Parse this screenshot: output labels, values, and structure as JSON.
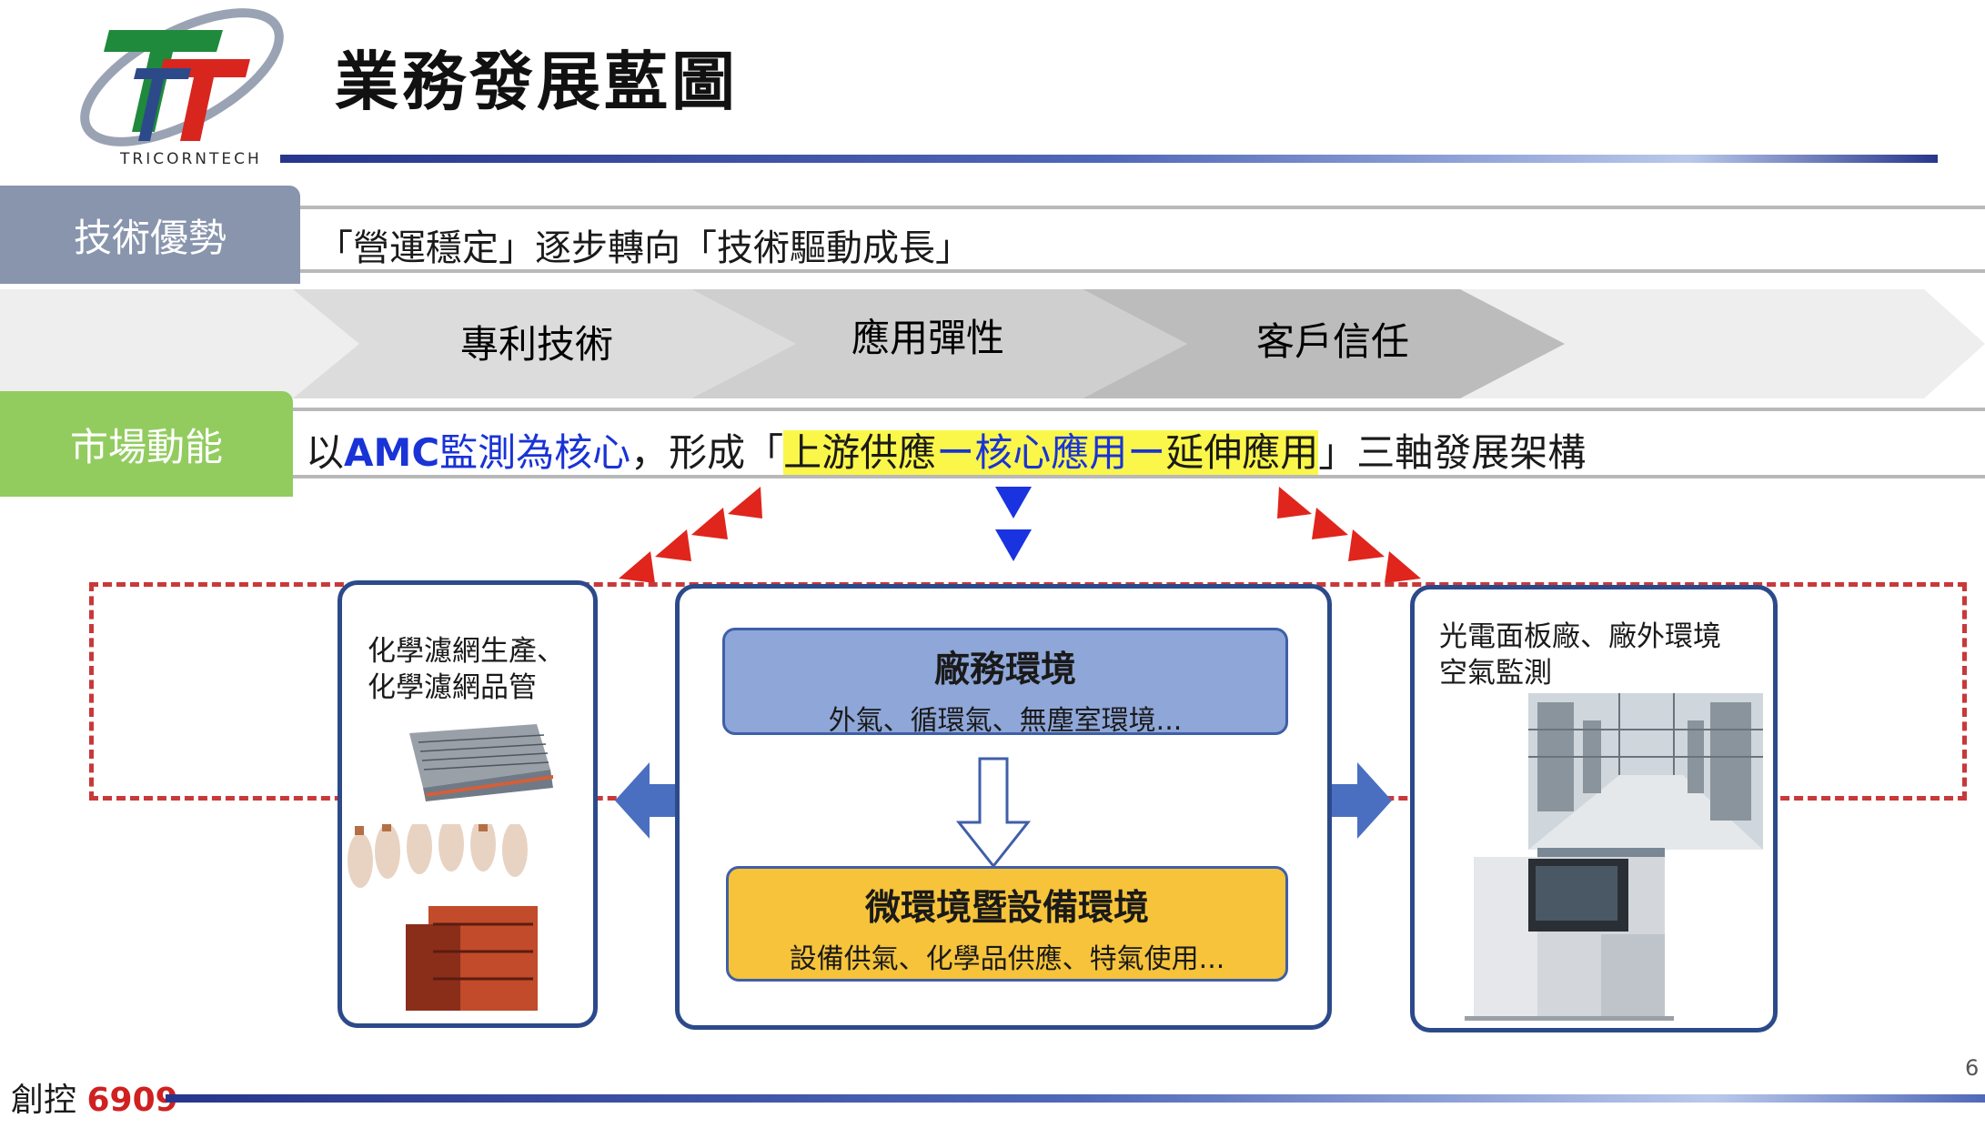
{
  "header": {
    "logo_text": "TRICORNTECH",
    "title": "業務發展藍圖"
  },
  "row1": {
    "tag": "技術優勢",
    "text": "「營運穩定」逐步轉向「技術驅動成長」"
  },
  "chevrons": [
    "專利技術",
    "應用彈性",
    "客戶信任"
  ],
  "row2": {
    "tag": "市場動能",
    "prefix": "以",
    "amc": "AMC",
    "core": "監測為核心",
    "mid": "，形成「",
    "hl_a": "上游供應",
    "dash1": "ー",
    "hl_b": "核心應用",
    "dash2": "ー",
    "hl_c": "延伸應用",
    "suffix": "」三軸發展架構"
  },
  "left_panel": {
    "line1": "化學濾網生產、",
    "line2": "化學濾網品管"
  },
  "center_panel": {
    "top_title": "廠務環境",
    "top_sub": "外氣、循環氣、無塵室環境...",
    "bottom_title": "微環境暨設備環境",
    "bottom_sub": "設備供氣、化學品供應、特氣使用..."
  },
  "right_panel": {
    "line1": "光電面板廠、廠外環境",
    "line2": "空氣監測"
  },
  "footer": {
    "brand": "創控",
    "code": "6909",
    "page": "6"
  },
  "colors": {
    "navy": "#2c4a8a",
    "tag_gray": "#8895ad",
    "tag_green": "#92cc5f",
    "accent_red": "#d8261f",
    "accent_blue": "#1933d6",
    "highlight": "#fbf74a",
    "amber_box": "#f6c33a",
    "blue_box": "#8ea6d8"
  }
}
